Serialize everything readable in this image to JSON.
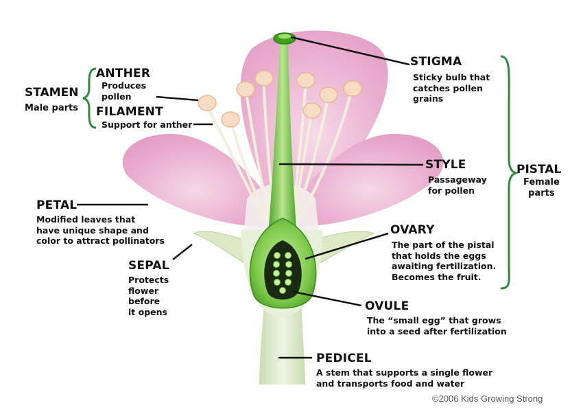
{
  "labels": {
    "stamen": {
      "title": "STAMEN",
      "desc": "Male parts"
    },
    "anther": {
      "title": "ANTHER",
      "desc_lines": [
        "Produces",
        "pollen"
      ]
    },
    "filament": {
      "title": "FILAMENT",
      "desc": "Support for anther"
    },
    "petal": {
      "title": "PETAL",
      "desc_lines": [
        "Modified leaves that",
        "have unique shape and",
        "color to attract pollinators"
      ]
    },
    "sepal": {
      "title": "SEPAL",
      "desc_lines": [
        "Protects",
        "flower",
        "before",
        "it opens"
      ]
    },
    "stigma": {
      "title": "STIGMA",
      "desc_lines": [
        "Sticky bulb that",
        "catches pollen",
        "grains"
      ]
    },
    "style": {
      "title": "STYLE",
      "desc_lines": [
        "Passageway",
        "for pollen"
      ]
    },
    "ovary": {
      "title": "OVARY",
      "desc_lines": [
        "The part of the pistal",
        "that holds the eggs",
        "awaiting fertilization.",
        "Becomes the fruit."
      ]
    },
    "ovule": {
      "title": "OVULE",
      "desc_lines": [
        "The “small egg” that grows",
        "into a seed after fertilization"
      ]
    },
    "pedicel": {
      "title": "PEDICEL",
      "desc_lines": [
        "A stem that supports a single flower",
        "and transports food and water"
      ]
    },
    "pistal": {
      "title": "PISTAL",
      "desc_lines": [
        "Female",
        "parts"
      ]
    }
  },
  "copyright": "©2006 Kids Growing Strong",
  "colors": {
    "petal": "#e8a9cc",
    "petal_light": "#f3cde2",
    "pistil_green": "#5cb832",
    "bracket_green": "#2e8b3e",
    "stem": "#d6e6c4",
    "anther": "#f6dcc3"
  }
}
